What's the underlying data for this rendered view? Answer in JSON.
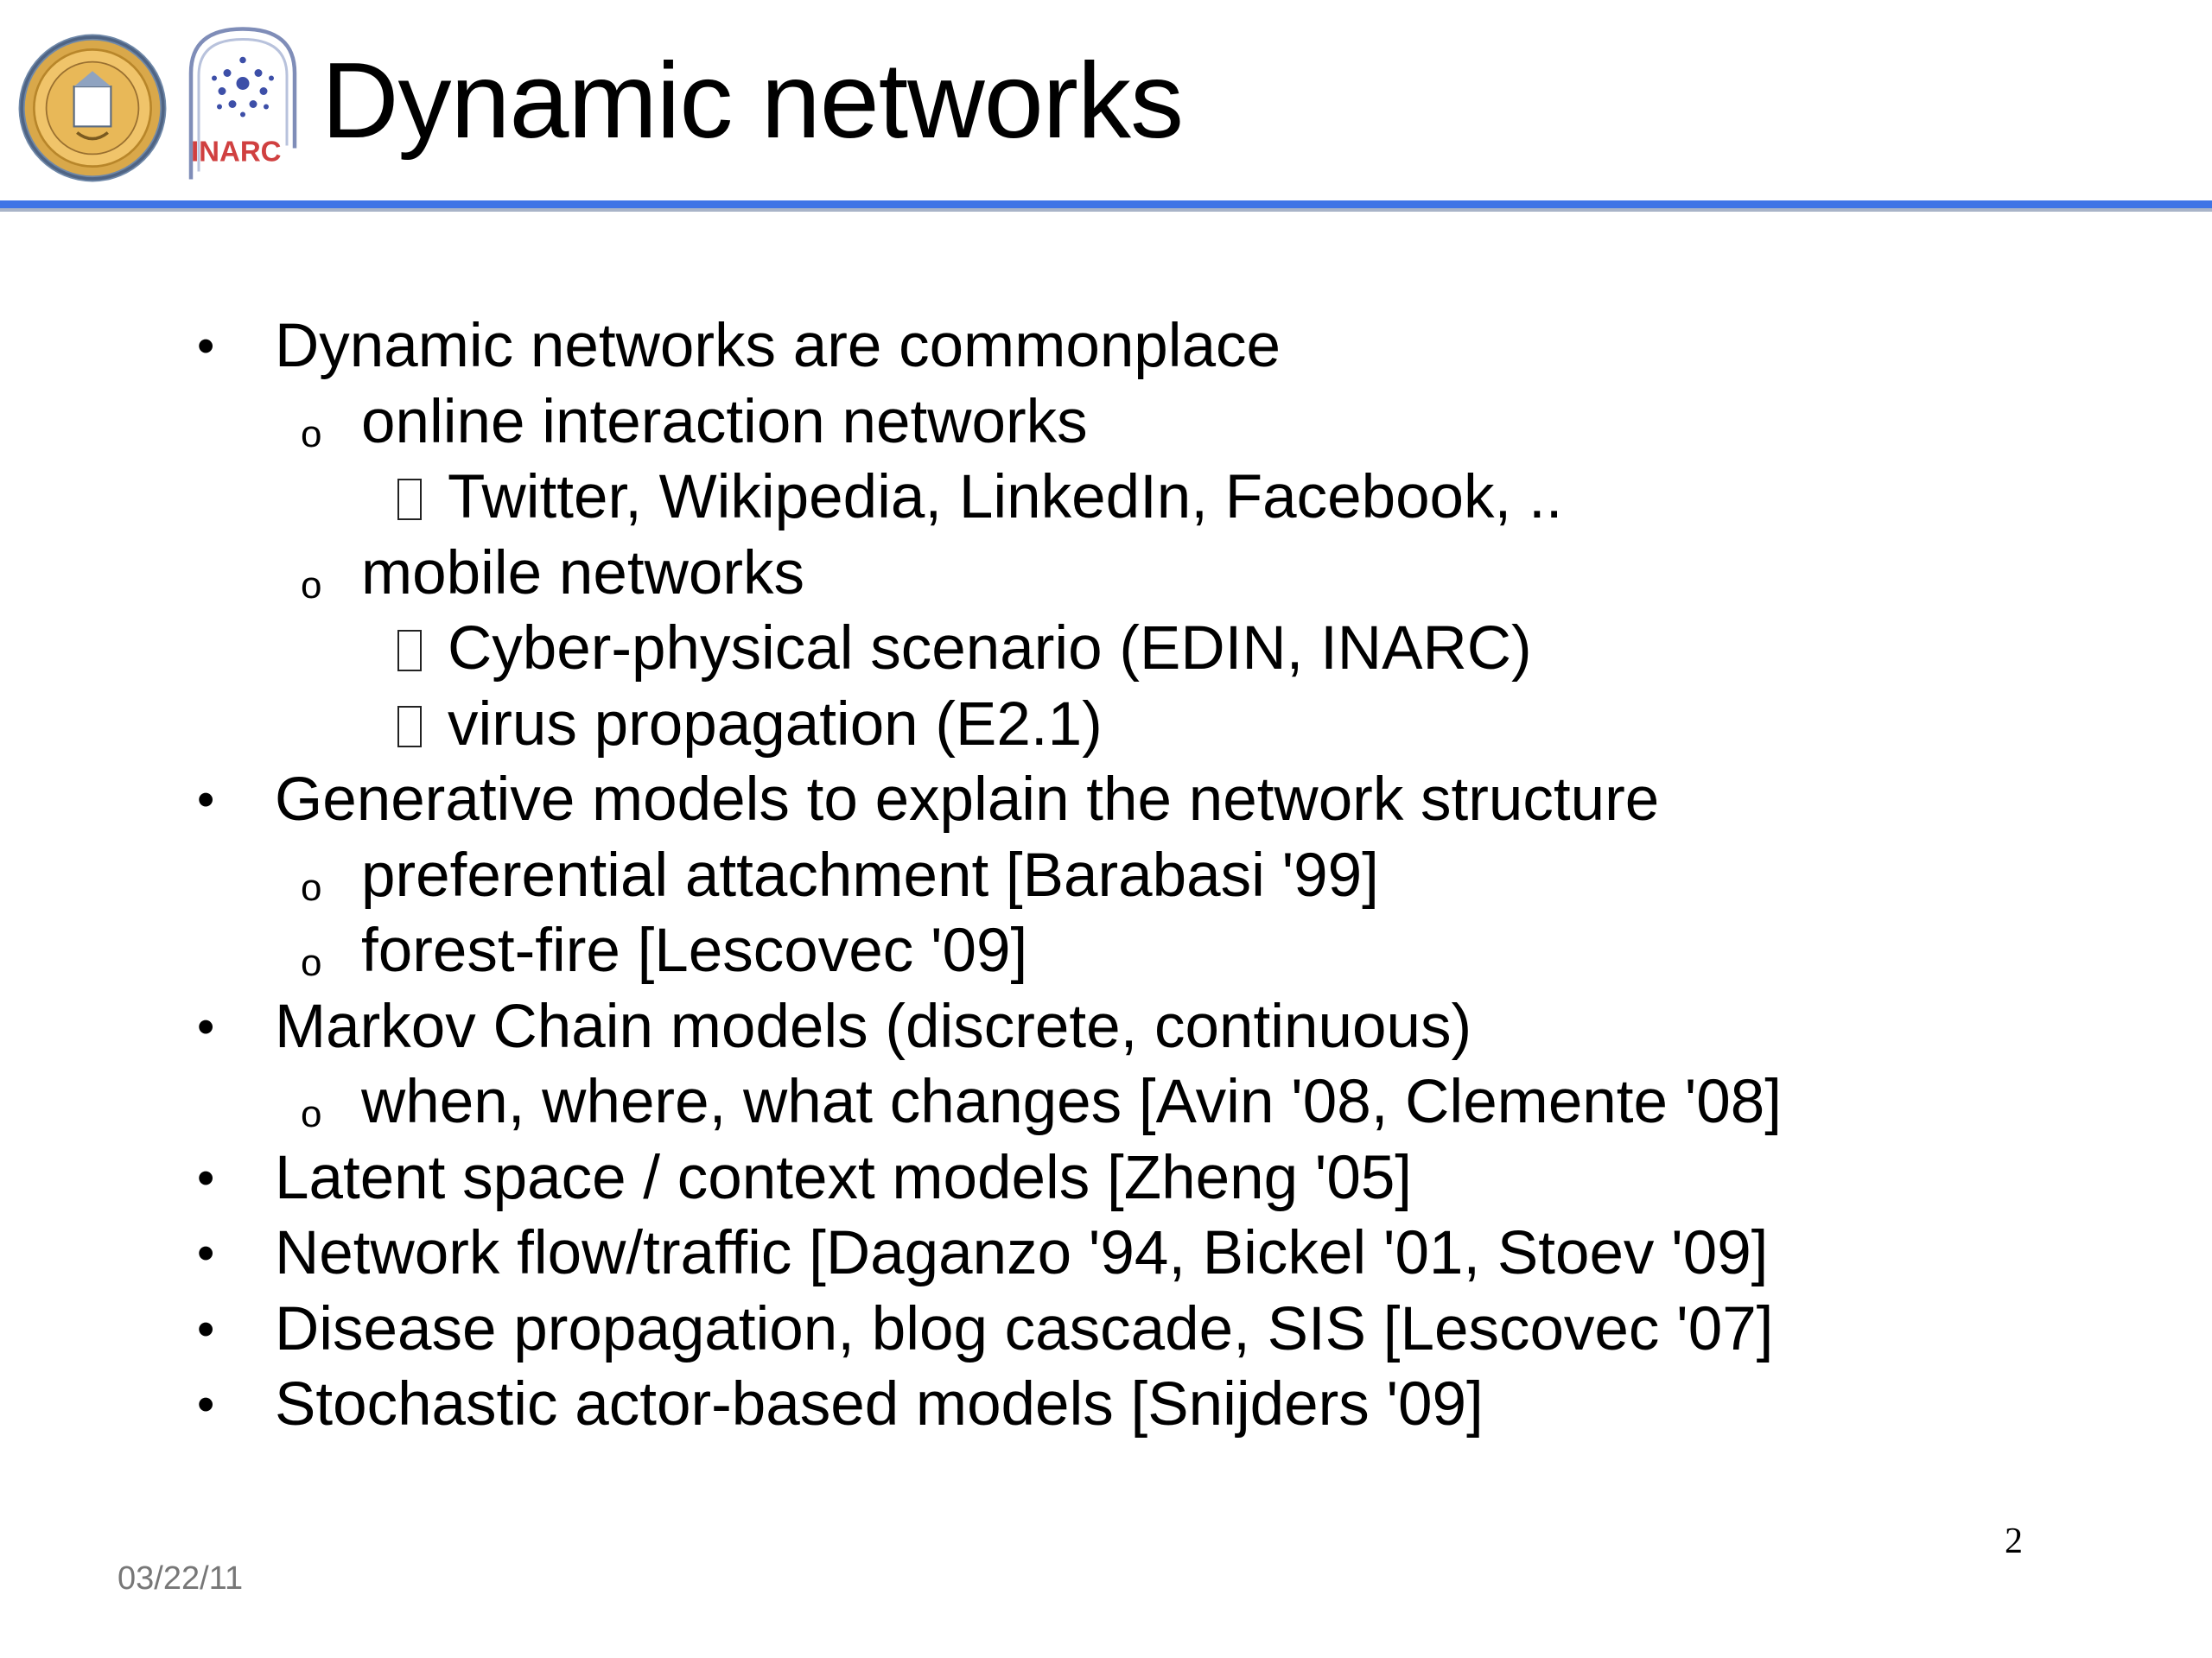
{
  "slide": {
    "title": "Dynamic networks",
    "logos": [
      {
        "icon": "university-seal-icon"
      },
      {
        "icon": "inarc-logo-icon",
        "text": "INARC"
      }
    ],
    "accent_color": "#3f74e6",
    "items": [
      {
        "level": 1,
        "marker": "•",
        "text": "Dynamic networks are commonplace"
      },
      {
        "level": 2,
        "marker": "o",
        "text": "online interaction networks"
      },
      {
        "level": 3,
        "marker": "",
        "text": "Twitter, Wikipedia, LinkedIn, Facebook, .."
      },
      {
        "level": 2,
        "marker": "o",
        "text": "mobile networks"
      },
      {
        "level": 3,
        "marker": "",
        "text": "Cyber-physical scenario (EDIN, INARC)"
      },
      {
        "level": 3,
        "marker": "",
        "text": "virus propagation (E2.1)"
      },
      {
        "level": 1,
        "marker": "•",
        "text": "Generative models to explain the network structure"
      },
      {
        "level": 2,
        "marker": "o",
        "text": "preferential attachment [Barabasi '99]"
      },
      {
        "level": 2,
        "marker": "o",
        "text": "forest-fire [Lescovec '09]"
      },
      {
        "level": 1,
        "marker": "•",
        "text": "Markov Chain models (discrete, continuous)"
      },
      {
        "level": 2,
        "marker": "o",
        "text": "when, where, what changes [Avin '08, Clemente '08]"
      },
      {
        "level": 1,
        "marker": "•",
        "text": "Latent space / context models [Zheng '05]"
      },
      {
        "level": 1,
        "marker": "•",
        "text": "Network flow/traffic [Daganzo '94, Bickel '01, Stoev '09]"
      },
      {
        "level": 1,
        "marker": "•",
        "text": "Disease propagation, blog cascade, SIS [Lescovec '07]"
      },
      {
        "level": 1,
        "marker": "•",
        "text": "Stochastic actor-based models [Snijders '09]"
      }
    ],
    "page_number": "2",
    "date": "03/22/11"
  }
}
